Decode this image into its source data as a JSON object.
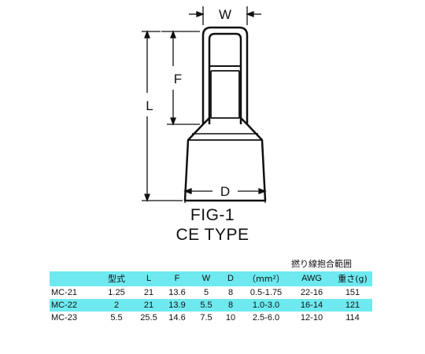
{
  "figure": {
    "dimension_labels": {
      "width": "W",
      "flare": "F",
      "length": "L",
      "diameter": "D"
    },
    "fig_number": "FIG-1",
    "fig_type": "CE TYPE"
  },
  "table": {
    "range_caption": "撚り線抱合範囲",
    "header": {
      "model": "",
      "type": "型式",
      "L": "L",
      "F": "F",
      "W": "W",
      "D": "D",
      "range_mm2": "（mm²）",
      "awg": "AWG",
      "weight": "重さ(g)"
    },
    "rows": [
      {
        "model": "MC-21",
        "type": "1.25",
        "L": "21",
        "F": "13.6",
        "W": "5",
        "D": "8",
        "range_mm2": "0.5-1.75",
        "awg": "22-16",
        "weight": "151"
      },
      {
        "model": "MC-22",
        "type": "2",
        "L": "21",
        "F": "13.9",
        "W": "5.5",
        "D": "8",
        "range_mm2": "1.0-3.0",
        "awg": "16-14",
        "weight": "121"
      },
      {
        "model": "MC-23",
        "type": "5.5",
        "L": "25.5",
        "F": "14.6",
        "W": "7.5",
        "D": "10",
        "range_mm2": "2.5-6.0",
        "awg": "12-10",
        "weight": "114"
      }
    ],
    "band_color": "#6ee9f0"
  }
}
